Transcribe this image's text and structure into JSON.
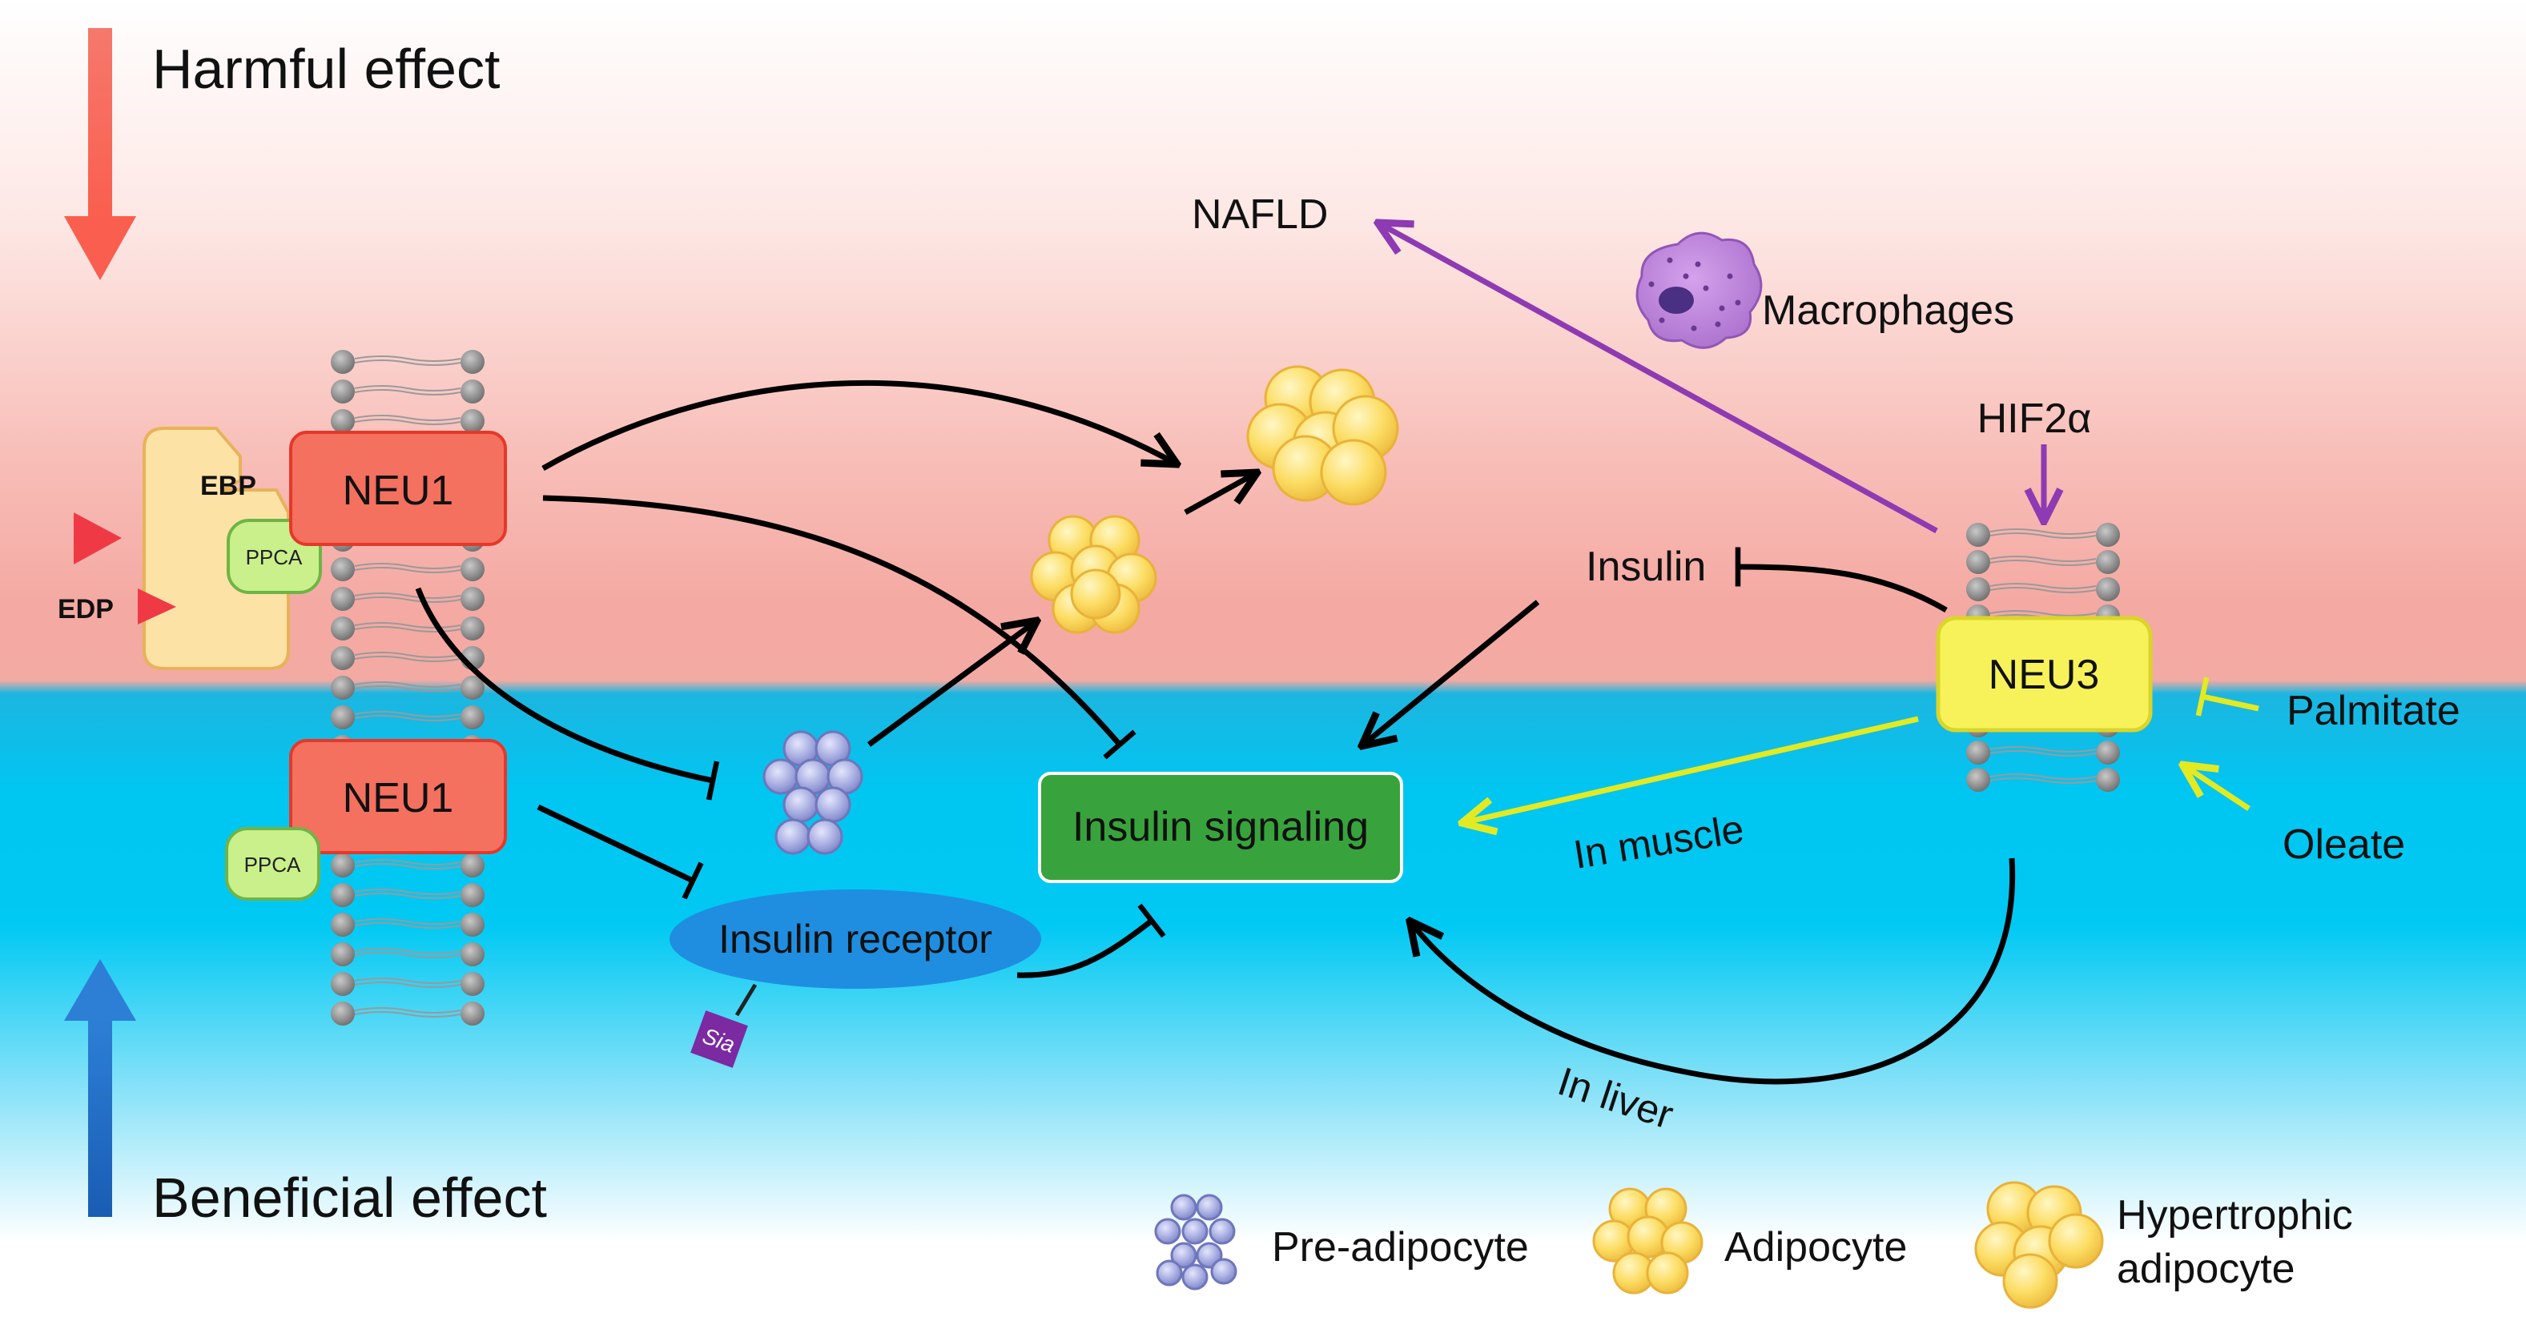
{
  "effects": {
    "harmful": "Harmful effect",
    "beneficial": "Beneficial effect"
  },
  "labels": {
    "nafld": "NAFLD",
    "macrophages": "Macrophages",
    "hif2a": "HIF2α",
    "insulin": "Insulin",
    "neu3": "NEU3",
    "palmitate": "Palmitate",
    "oleate": "Oleate",
    "in_muscle": "In muscle",
    "in_liver": "In liver",
    "neu1_top": "NEU1",
    "neu1_bottom": "NEU1",
    "ebp": "EBP",
    "edp": "EDP",
    "ppca_top": "PPCA",
    "ppca_bottom": "PPCA",
    "sia": "Sia",
    "insulin_receptor": "Insulin receptor",
    "insulin_signaling": "Insulin signaling"
  },
  "legend": {
    "preadipocyte": "Pre-adipocyte",
    "adipocyte": "Adipocyte",
    "hypertrophic_line1": "Hypertrophic",
    "hypertrophic_line2": "adipocyte"
  },
  "colors": {
    "harmful_band": "#f5a6a0",
    "beneficial_band": "#00c8f0",
    "harmful_arrow": "#f46a5e",
    "beneficial_arrow": "#1f6fc7",
    "neu1_fill": "#f4705f",
    "neu3_fill": "#f7f25a",
    "signaling_fill": "#38a33c",
    "receptor_fill": "#1e88d8",
    "purple_arrow": "#8e3ab3",
    "yellow_arrow": "#e3ea22",
    "adipocyte_fill": "#fbd95a",
    "preadipocyte_fill": "#a9aee0"
  }
}
